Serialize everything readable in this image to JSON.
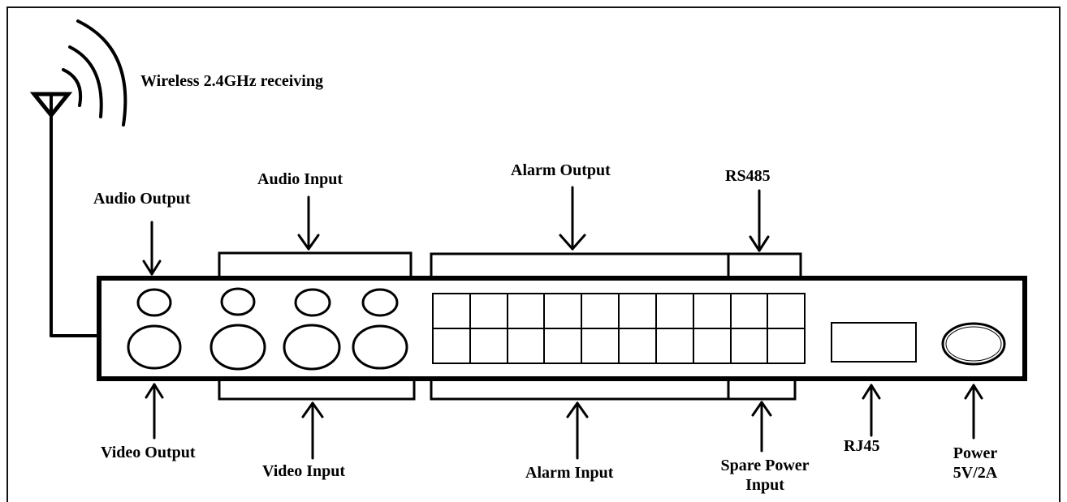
{
  "labels": {
    "wireless": "Wireless 2.4GHz receiving",
    "audio_output": "Audio Output",
    "audio_input": "Audio Input",
    "alarm_output": "Alarm Output",
    "rs485": "RS485",
    "video_output": "Video Output",
    "video_input": "Video Input",
    "alarm_input": "Alarm Input",
    "spare_power_line1": "Spare Power",
    "spare_power_line2": "Input",
    "rj45": "RJ45",
    "power_line1": "Power",
    "power_line2": "5V/2A"
  },
  "colors": {
    "line": "#000000",
    "background": "#ffffff",
    "frame": "#111111"
  }
}
